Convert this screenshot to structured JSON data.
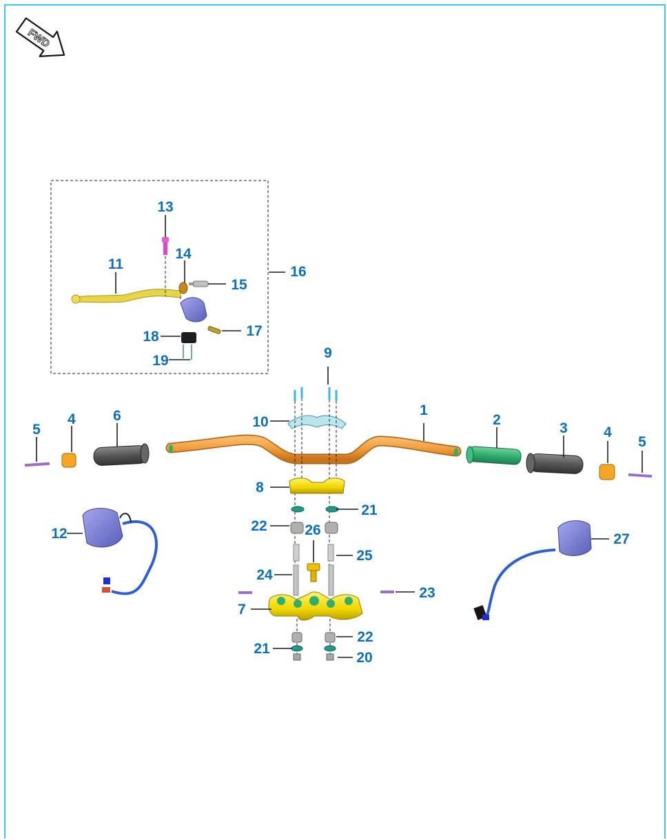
{
  "fwd_badge": {
    "label": "FWD",
    "icon": "forward-arrow-icon"
  },
  "callouts": {
    "c1": "1",
    "c2": "2",
    "c3": "3",
    "c4a": "4",
    "c4b": "4",
    "c5a": "5",
    "c5b": "5",
    "c6": "6",
    "c7": "7",
    "c8": "8",
    "c9": "9",
    "c10": "10",
    "c11": "11",
    "c12": "12",
    "c13": "13",
    "c14": "14",
    "c15": "15",
    "c16": "16",
    "c17": "17",
    "c18": "18",
    "c19": "19",
    "c20": "20",
    "c21a": "21",
    "c21b": "21",
    "c22a": "22",
    "c22b": "22",
    "c23": "23",
    "c24": "24",
    "c25": "25",
    "c26": "26",
    "c27": "27"
  },
  "colors": {
    "border": "#3fc4ee",
    "callout_text": "#0d6fb8",
    "handlebar": "#f09a3a",
    "throttle_tube": "#2fae6e",
    "grip": "#555555",
    "bar_end_weight": "#f5a623",
    "bolt_purple": "#9b6bd6",
    "switch_housing": "#7b7fd6",
    "wire": "#2d5fd0",
    "lever": "#e7d44a",
    "clamp_yellow": "#f2d700",
    "clamp_upper": "#b9e6ef",
    "bolt_cyan": "#38b6e6",
    "pin_pink": "#e35bd9",
    "washer_teal": "#1f9a8a"
  }
}
